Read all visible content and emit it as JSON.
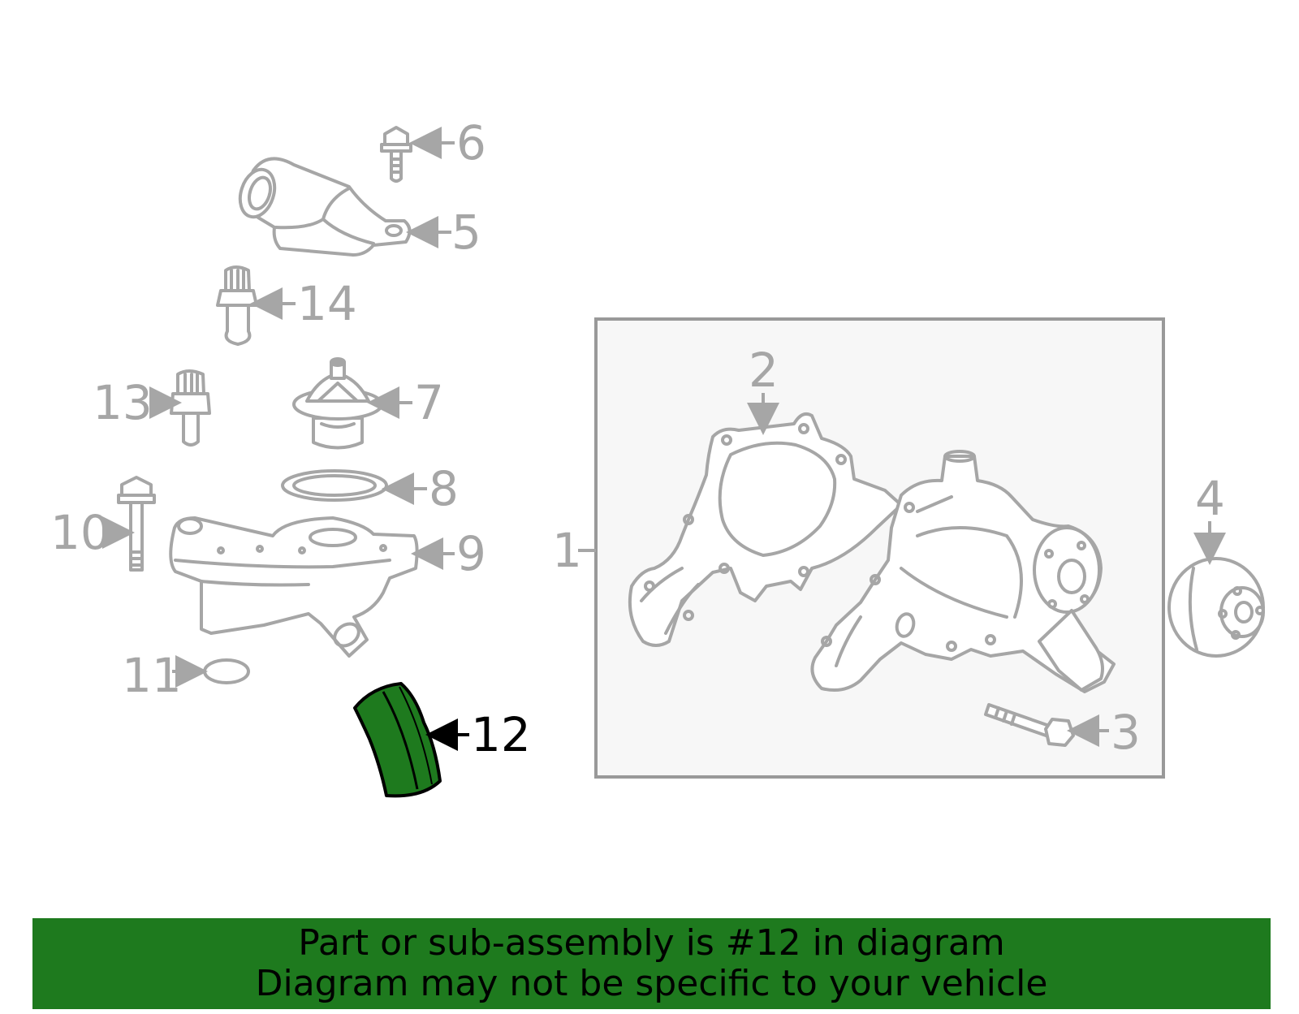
{
  "diagram": {
    "callouts": {
      "c1": "1",
      "c2": "2",
      "c3": "3",
      "c4": "4",
      "c5": "5",
      "c6": "6",
      "c7": "7",
      "c8": "8",
      "c9": "9",
      "c10": "10",
      "c11": "11",
      "c12": "12",
      "c13": "13",
      "c14": "14"
    },
    "highlight_part": "12",
    "colors": {
      "line_gray": "#a6a6a6",
      "highlight_green": "#1e7a1e",
      "box_fill": "#f7f7f7",
      "box_border": "#999999"
    }
  },
  "footer": {
    "line1": "Part or sub-assembly is #12 in diagram",
    "line2": "Diagram may not be specific to your vehicle"
  }
}
